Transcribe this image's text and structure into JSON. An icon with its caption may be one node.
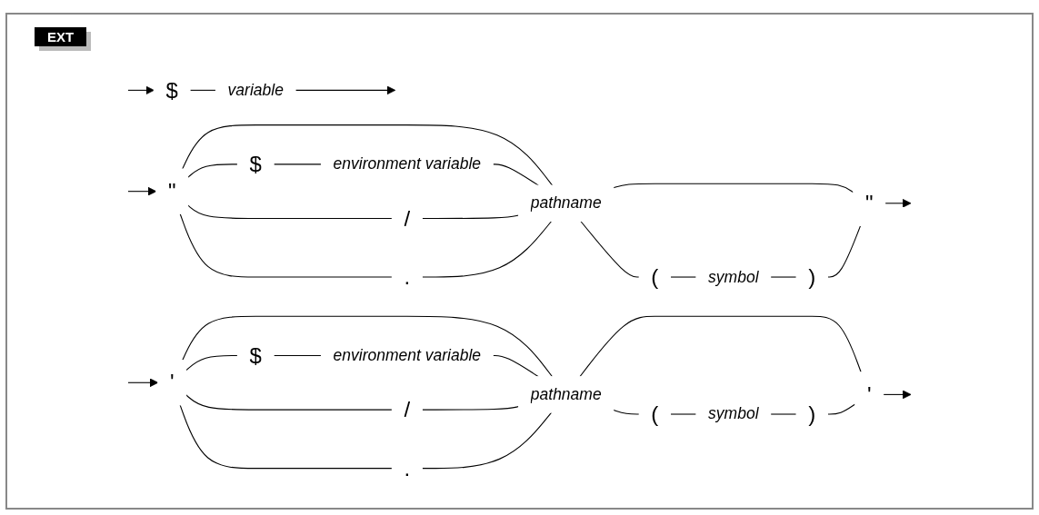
{
  "diagram": {
    "nodes": [
      {
        "text": [
          "\""
        ]
      },
      {
        "text": [
          "$"
        ]
      },
      {
        "text": [
          "environment variable"
        ]
      },
      {
        "text": [
          "/"
        ]
      },
      {
        "text": [
          "."
        ]
      },
      {
        "text": [
          "pathname"
        ]
      },
      {
        "text": [
          "("
        ]
      },
      {
        "text": [
          "symbol"
        ]
      },
      {
        "text": [
          ")"
        ]
      },
      {
        "text": [
          "\""
        ]
      },
      {
        "text": [
          "'"
        ]
      },
      {
        "text": [
          "$"
        ]
      },
      {
        "text": [
          "environment variable"
        ]
      },
      {
        "text": [
          "/"
        ]
      },
      {
        "text": [
          "."
        ]
      },
      {
        "text": [
          "pathname"
        ]
      },
      {
        "text": [
          "("
        ]
      },
      {
        "text": [
          "symbol"
        ]
      },
      {
        "text": [
          ")"
        ]
      },
      {
        "text": [
          "'"
        ]
      },
      {
        "text": [
          "$"
        ]
      },
      {
        "text": [
          "variable"
        ]
      }
    ],
    "edges": [
      {
        "from": null,
        "to": 0,
        "arrow": "to"
      },
      {
        "from": null,
        "to": 10,
        "arrow": "to"
      },
      {
        "from": null,
        "to": 20,
        "arrow": "to"
      },
      {
        "from": 0,
        "to": 5,
        "arrow": "none"
      },
      {
        "from": 0,
        "to": 1,
        "arrow": "none"
      },
      {
        "from": 1,
        "to": 2,
        "arrow": "none"
      },
      {
        "from": 2,
        "to": 5,
        "arrow": "none"
      },
      {
        "from": 0,
        "to": 3,
        "arrow": "none"
      },
      {
        "from": 3,
        "to": 5,
        "arrow": "none"
      },
      {
        "from": 0,
        "to": 4,
        "arrow": "none"
      },
      {
        "from": 4,
        "to": 5,
        "arrow": "none"
      },
      {
        "from": 5,
        "to": 9,
        "arrow": "none"
      },
      {
        "from": 5,
        "to": 6,
        "arrow": "none"
      },
      {
        "from": 6,
        "to": 7,
        "arrow": "none"
      },
      {
        "from": 7,
        "to": 8,
        "arrow": "none"
      },
      {
        "from": 8,
        "to": 9,
        "arrow": "none"
      },
      {
        "from": 9,
        "to": null,
        "arrow": "to"
      },
      {
        "from": 10,
        "to": 15,
        "arrow": "none"
      },
      {
        "from": 10,
        "to": 11,
        "arrow": "none"
      },
      {
        "from": 11,
        "to": 12,
        "arrow": "none"
      },
      {
        "from": 12,
        "to": 15,
        "arrow": "none"
      },
      {
        "from": 10,
        "to": 13,
        "arrow": "none"
      },
      {
        "from": 13,
        "to": 15,
        "arrow": "none"
      },
      {
        "from": 10,
        "to": 14,
        "arrow": "none"
      },
      {
        "from": 14,
        "to": 15,
        "arrow": "none"
      },
      {
        "from": 15,
        "to": 19,
        "arrow": "none"
      },
      {
        "from": 15,
        "to": 16,
        "arrow": "none"
      },
      {
        "from": 16,
        "to": 17,
        "arrow": "none"
      },
      {
        "from": 17,
        "to": 18,
        "arrow": "none"
      },
      {
        "from": 18,
        "to": 19,
        "arrow": "none"
      },
      {
        "from": 19,
        "to": null,
        "arrow": "to"
      },
      {
        "from": 20,
        "to": 21,
        "arrow": "none"
      },
      {
        "from": 21,
        "to": null,
        "arrow": "to"
      }
    ],
    "labels": [
      "EXT"
    ]
  }
}
